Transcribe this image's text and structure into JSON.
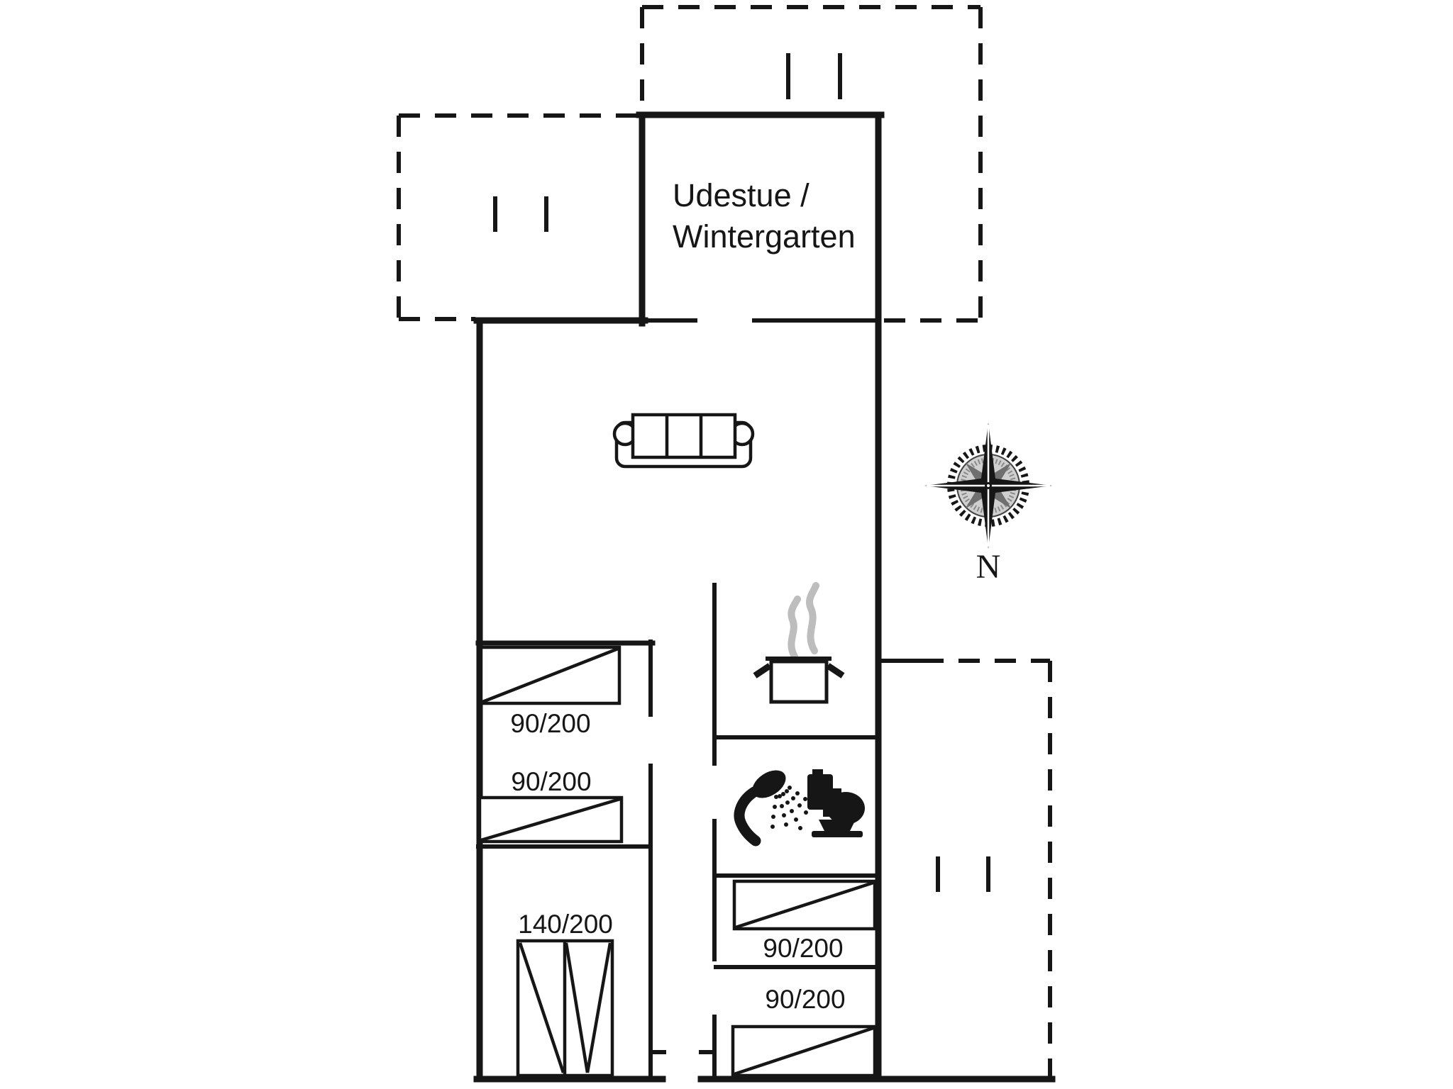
{
  "plan": {
    "type": "floor-plan",
    "conservatory": {
      "label_line1": "Udestue /",
      "label_line2": "Wintergarten"
    },
    "compass": {
      "label": "N"
    },
    "beds": [
      {
        "id": "bed-single-1",
        "size_label": "90/200"
      },
      {
        "id": "bed-single-2",
        "size_label": "90/200"
      },
      {
        "id": "bed-single-3",
        "size_label": "90/200"
      },
      {
        "id": "bed-single-4",
        "size_label": "90/200"
      },
      {
        "id": "bed-double",
        "size_label": "140/200"
      }
    ],
    "icons": [
      "sofa-icon",
      "cooking-pot-icon",
      "steam-icon",
      "shower-icon",
      "toilet-icon",
      "compass-rose-icon",
      "window-marker-icon"
    ],
    "colors": {
      "line": "#161616",
      "steam": "#bdbdbd",
      "background": "#ffffff"
    }
  }
}
